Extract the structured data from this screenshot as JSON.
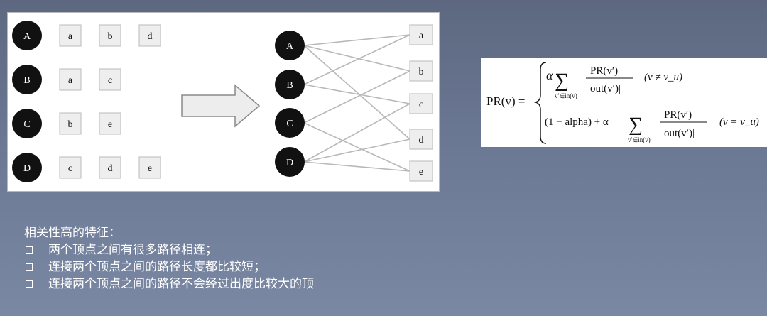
{
  "left_diagram": {
    "rows": [
      {
        "node": "A",
        "items": [
          "a",
          "b",
          "d"
        ]
      },
      {
        "node": "B",
        "items": [
          "a",
          "c"
        ]
      },
      {
        "node": "C",
        "items": [
          "b",
          "e"
        ]
      },
      {
        "node": "D",
        "items": [
          "c",
          "d",
          "e"
        ]
      }
    ]
  },
  "right_diagram": {
    "left_nodes": [
      "A",
      "B",
      "C",
      "D"
    ],
    "right_nodes": [
      "a",
      "b",
      "c",
      "d",
      "e"
    ],
    "edges": [
      [
        "A",
        "a"
      ],
      [
        "A",
        "b"
      ],
      [
        "A",
        "d"
      ],
      [
        "B",
        "a"
      ],
      [
        "B",
        "c"
      ],
      [
        "C",
        "b"
      ],
      [
        "C",
        "e"
      ],
      [
        "D",
        "c"
      ],
      [
        "D",
        "d"
      ],
      [
        "D",
        "e"
      ]
    ]
  },
  "formula": {
    "lhs": "PR(v) =",
    "case1_cond": "(v ≠ v_u)",
    "case2_prefix": "(1 − alpha) + α",
    "case2_cond": "(v = v_u)",
    "numerator": "PR(v′)",
    "denominator": "|out(v′)|",
    "sum_sub": "v′∈in(v)"
  },
  "notes": {
    "heading": "相关性高的特征：",
    "items": [
      "两个顶点之间有很多路径相连；",
      "连接两个顶点之间的路径长度都比较短；",
      "连接两个顶点之间的路径不会经过出度比较大的顶"
    ]
  }
}
